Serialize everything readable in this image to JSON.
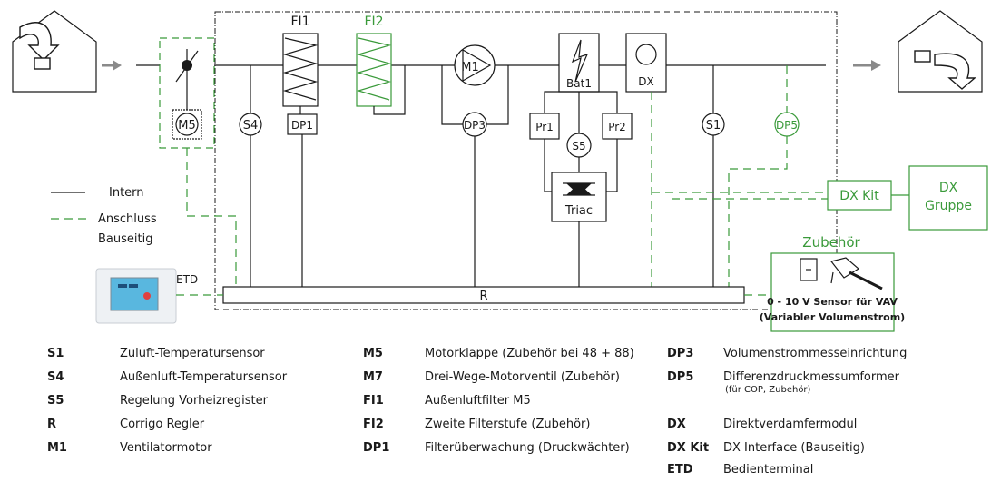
{
  "diagram": {
    "components": {
      "fi1": "FI1",
      "fi2": "FI2",
      "m1": "M1",
      "dx": "DX",
      "bat1": "Bat1",
      "m5": "M5",
      "s4": "S4",
      "dp1": "DP1",
      "dp3": "DP3",
      "pr1": "Pr1",
      "pr2": "Pr2",
      "s5": "S5",
      "s1": "S1",
      "dp5": "DP5",
      "triac": "Triac",
      "r": "R",
      "etd": "ETD"
    },
    "dx_kit": "DX Kit",
    "dx_gruppe": [
      "DX",
      "Gruppe"
    ],
    "zubehoer": {
      "title": "Zubehör",
      "caption_line1": "0 - 10 V Sensor für VAV",
      "caption_line2": "(Variabler Volumenstrom)"
    },
    "line_legend": {
      "intern": "Intern",
      "anschluss": "Anschluss",
      "bauseitig": "Bauseitig"
    }
  },
  "legend": {
    "col1": [
      {
        "key": "S1",
        "desc": "Zuluft-Temperatursensor"
      },
      {
        "key": "S4",
        "desc": "Außenluft-Temperatursensor"
      },
      {
        "key": "S5",
        "desc": "Regelung Vorheizregister"
      },
      {
        "key": "R",
        "desc": "Corrigo Regler"
      },
      {
        "key": "M1",
        "desc": "Ventilatormotor"
      }
    ],
    "col2": [
      {
        "key": "M5",
        "desc": "Motorklappe (Zubehör bei 48 + 88)"
      },
      {
        "key": "M7",
        "desc": "Drei-Wege-Motorventil (Zubehör)"
      },
      {
        "key": "FI1",
        "desc": "Außenluftfilter M5"
      },
      {
        "key": "FI2",
        "desc": "Zweite Filterstufe (Zubehör)"
      },
      {
        "key": "DP1",
        "desc": "Filterüberwachung (Druckwächter)"
      }
    ],
    "col3": [
      {
        "key": "DP3",
        "desc": "Volumenstrommesseinrichtung"
      },
      {
        "key": "DP5",
        "desc": "Differenzdruckmessumformer",
        "sub": "(für COP, Zubehör)"
      },
      {
        "key": "DX",
        "desc": "Direktverdamfermodul"
      },
      {
        "key": "DX Kit",
        "desc": "DX Interface (Bauseitig)"
      },
      {
        "key": "ETD",
        "desc": "Bedienterminal"
      }
    ]
  },
  "colors": {
    "line": "#1a1a1a",
    "accent_green": "#3a9a3a",
    "arrow_gray": "#8a8a8a"
  }
}
